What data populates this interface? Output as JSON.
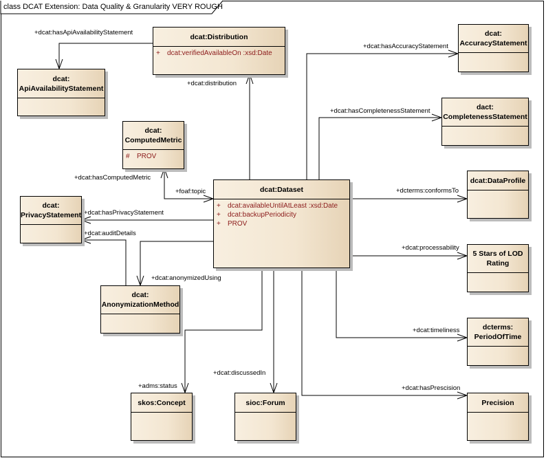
{
  "diagram": {
    "title": "class DCAT Extension: Data Quality & Granularity VERY ROUGH"
  },
  "classes": {
    "distribution": {
      "name": "dcat:Distribution",
      "attributes": [
        {
          "visibility": "+",
          "text": "dcat:verifiedAvailableOn  :xsd:Date"
        }
      ]
    },
    "api_availability": {
      "name_line1": "dcat:",
      "name_line2": "ApiAvailabilityStatement"
    },
    "accuracy": {
      "name_line1": "dcat:",
      "name_line2": "AccuracyStatement"
    },
    "completeness": {
      "name_line1": "dact:",
      "name_line2": "CompletenessStatement"
    },
    "computed_metric": {
      "name_line1": "dcat:",
      "name_line2": "ComputedMetric",
      "attributes": [
        {
          "visibility": "#",
          "text": "PROV"
        }
      ]
    },
    "dataset": {
      "name": "dcat:Dataset",
      "attributes": [
        {
          "visibility": "+",
          "text": "dcat:availableUntilAtLeast  :xsd:Date"
        },
        {
          "visibility": "+",
          "text": "dcat:backupPeriodicity"
        },
        {
          "visibility": "+",
          "text": "PROV"
        }
      ]
    },
    "privacy": {
      "name_line1": "dcat:",
      "name_line2": "PrivacyStatement"
    },
    "data_profile": {
      "name": "dcat:DataProfile"
    },
    "five_stars": {
      "name_line1": "5 Stars of LOD",
      "name_line2": "Rating"
    },
    "anonymization": {
      "name_line1": "dcat:",
      "name_line2": "AnonymizationMethod"
    },
    "period_of_time": {
      "name_line1": "dcterms:",
      "name_line2": "PeriodOfTime"
    },
    "skos_concept": {
      "name": "skos:Concept"
    },
    "sioc_forum": {
      "name": "sioc:Forum"
    },
    "precision": {
      "name": "Precision"
    }
  },
  "associations": {
    "has_api_availability": "+dcat:hasApiAvailabilityStatement",
    "distribution": "+dcat:distribution",
    "has_accuracy": "+dcat:hasAccuracyStatement",
    "has_completeness": "+dcat:hasCompletenessStatement",
    "has_computed_metric": "+dcat:hasComputedMetric",
    "foaf_topic": "+foaf:topic",
    "has_privacy": "+dcat:hasPrivacyStatement",
    "audit_details": "+dcat:auditDetails",
    "conforms_to": "+dcterms:conformsTo",
    "processability": "+dcat:processability",
    "anonymized_using": "+dcat:anonymizedUsing",
    "timeliness": "+dcat:timeliness",
    "adms_status": "+adms:status",
    "discussed_in": "+dcat:discussedIn",
    "has_prescision": "+dcat:hasPrescision"
  }
}
